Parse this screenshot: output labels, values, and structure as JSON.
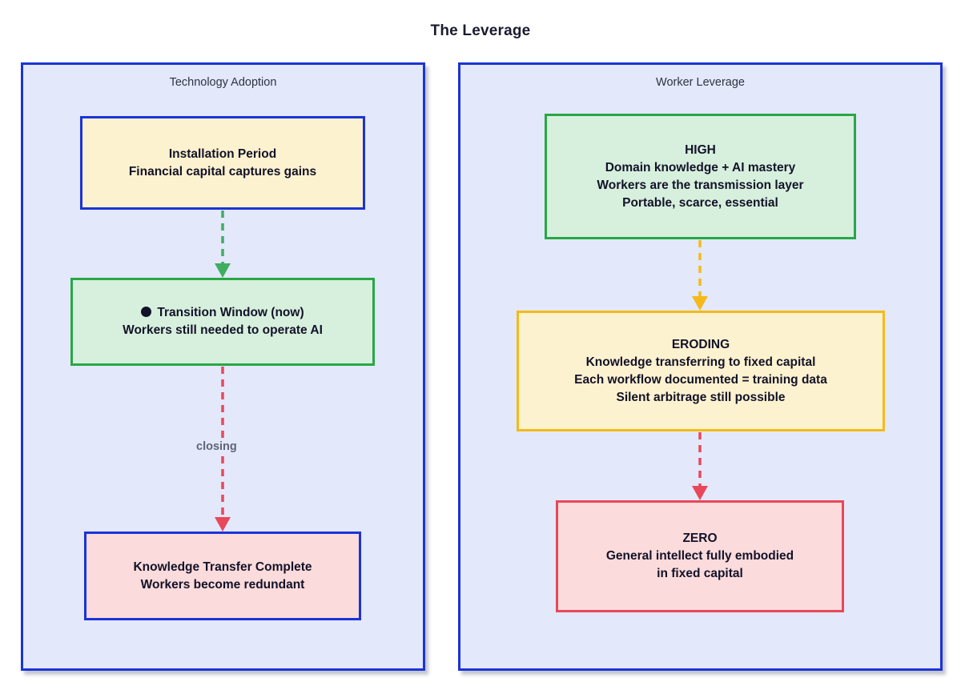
{
  "title": "The Leverage",
  "clusters": {
    "technology": {
      "title": "Technology Adoption"
    },
    "worker": {
      "title": "Worker Leverage"
    }
  },
  "nodes": {
    "installation": {
      "lines": [
        "Installation Period",
        "Financial capital captures gains"
      ],
      "fill": "#fdf2cf",
      "stroke": "#1a34d6"
    },
    "transition": {
      "lines": [
        "Transition Window (now)",
        "Workers still needed to operate AI"
      ],
      "bullet": "filled-circle",
      "fill": "#d7f0dd",
      "stroke": "#28a745"
    },
    "complete": {
      "lines": [
        "Knowledge Transfer Complete",
        "Workers become redundant"
      ],
      "fill": "#fbdbdb",
      "stroke": "#1a34d6"
    },
    "high": {
      "lines": [
        "HIGH",
        "Domain knowledge + AI mastery",
        "Workers are the transmission layer",
        "Portable, scarce, essential"
      ],
      "fill": "#d7f0dd",
      "stroke": "#28a745"
    },
    "eroding": {
      "lines": [
        "ERODING",
        "Knowledge transferring to fixed capital",
        "Each workflow documented = training data",
        "Silent arbitrage still possible"
      ],
      "fill": "#fdf2cf",
      "stroke": "#f5ba1a"
    },
    "zero": {
      "lines": [
        "ZERO",
        "General intellect fully embodied",
        "in fixed capital"
      ],
      "fill": "#fbdbdb",
      "stroke": "#e8485a"
    }
  },
  "edges": [
    {
      "from": "installation",
      "to": "transition",
      "label": "",
      "color": "#3fae5f",
      "style": "dashed"
    },
    {
      "from": "transition",
      "to": "complete",
      "label": "closing",
      "color": "#e8485a",
      "style": "dashed"
    },
    {
      "from": "high",
      "to": "eroding",
      "label": "",
      "color": "#f5ba1a",
      "style": "dashed"
    },
    {
      "from": "eroding",
      "to": "zero",
      "label": "",
      "color": "#e8485a",
      "style": "dashed"
    }
  ],
  "colors": {
    "cluster_fill": "#e3e8fb",
    "cluster_stroke": "#1a34d6",
    "text": "#121229",
    "label_text": "#5f6478",
    "background": "#ffffff"
  }
}
